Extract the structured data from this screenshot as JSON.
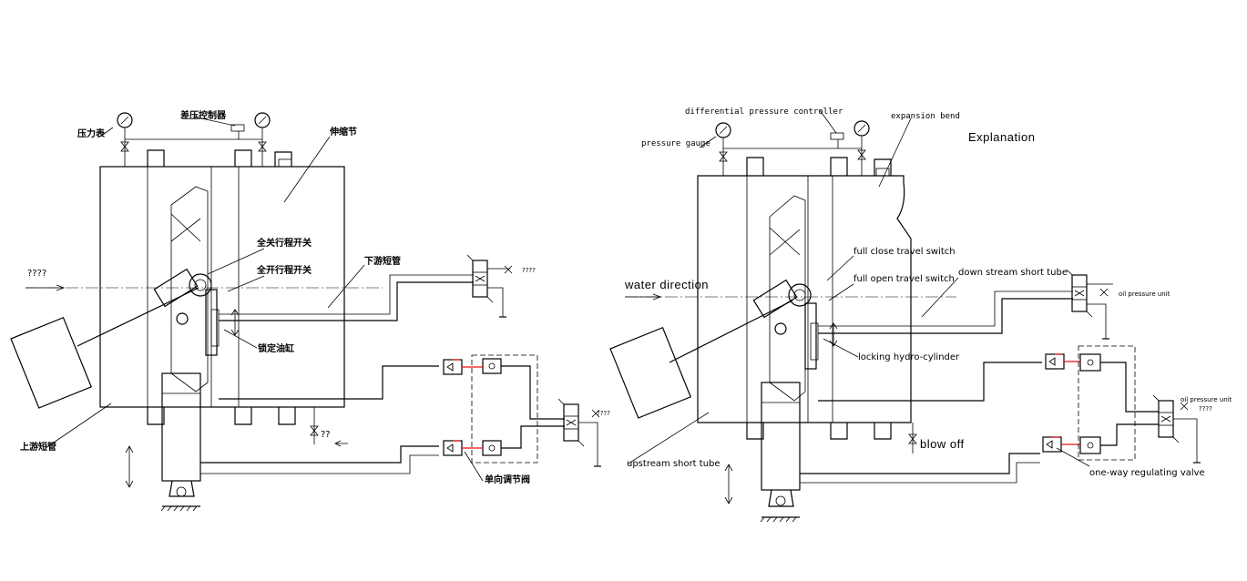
{
  "left_diagram": {
    "flow_label": "????",
    "pressure_gauge": "压力表",
    "diff_controller": "差压控制器",
    "expansion_joint": "伸缩节",
    "full_close_switch": "全关行程开关",
    "full_open_switch": "全开行程开关",
    "downstream_tube": "下游短管",
    "locking_cylinder": "锁定油缸",
    "upstream_tube": "上游短管",
    "oneway_valve": "单向调节阀",
    "oil_unit_top": "????",
    "oil_unit_bottom": "????",
    "blow_off": "??"
  },
  "right_diagram": {
    "title": "Explanation",
    "diff_controller": "differential pressure controller",
    "expansion_bend": "expansion bend",
    "pressure_gauge": "pressure gauge",
    "water_direction": "water direction",
    "full_close_switch": "full close travel switch",
    "full_open_switch": "full open travel switch",
    "downstream_tube": "down stream short tube",
    "oil_unit_top": "oil pressure unit",
    "locking_cylinder": "locking hydro-cylinder",
    "oil_unit_bottom": "oil pressure unit",
    "oil_unit_bottom_2": "????",
    "blow_off": "blow  off",
    "upstream_tube": "upstream short tube",
    "oneway_valve": "one-way regulating valve"
  }
}
